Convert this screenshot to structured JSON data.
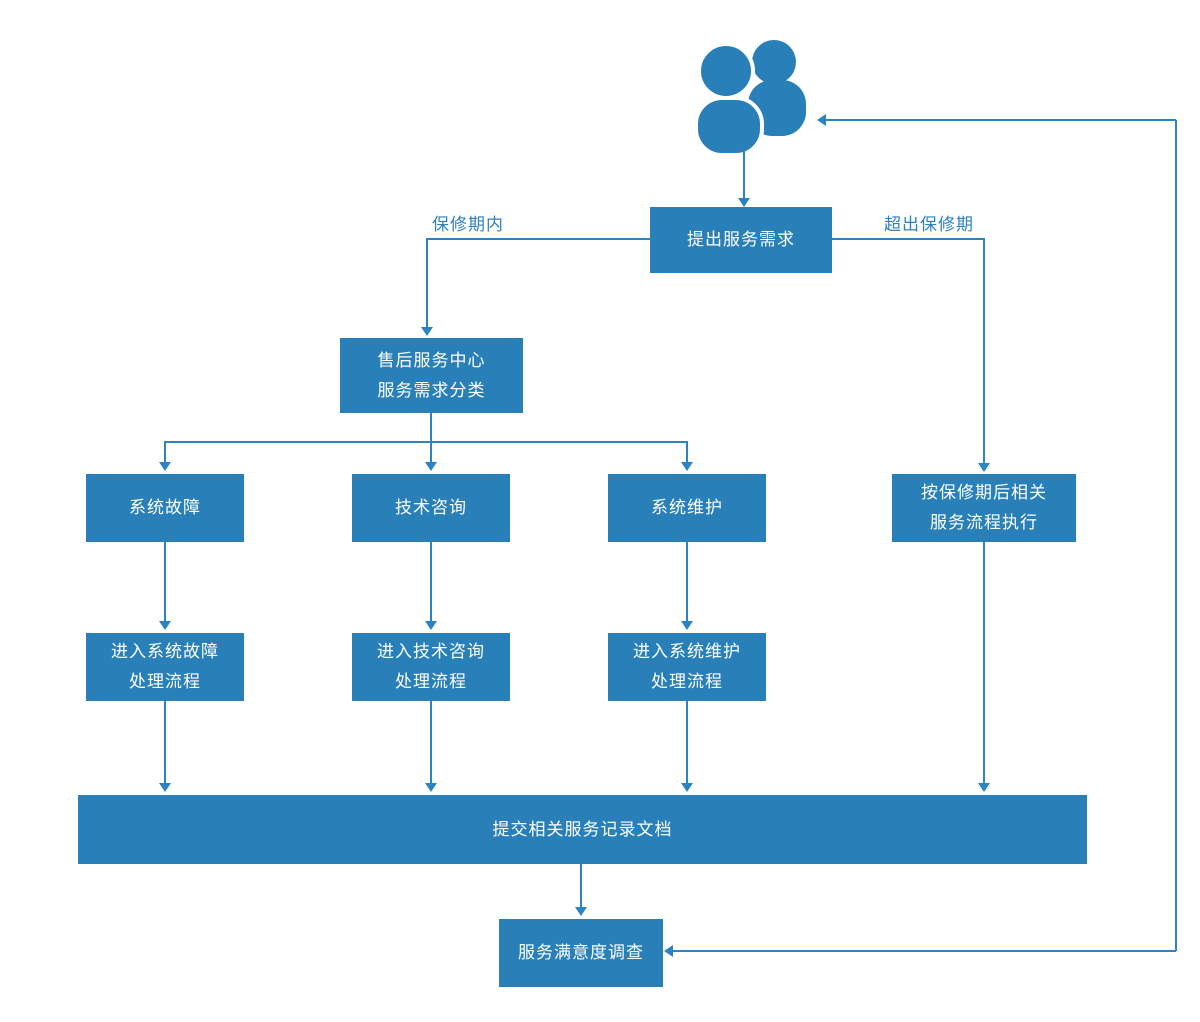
{
  "colors": {
    "node_fill": "#2980B9",
    "node_text": "#FFFFFF",
    "connector": "#2B83C2",
    "edge_label_text": "#2E80BE",
    "background": "#FFFFFF"
  },
  "icons": {
    "actor": "users-icon"
  },
  "nodes": {
    "request": {
      "label": "提出服务需求"
    },
    "service_center": {
      "label": "售后服务中心\n服务需求分类"
    },
    "system_fault": {
      "label": "系统故障"
    },
    "tech_consult": {
      "label": "技术咨询"
    },
    "system_maintenance": {
      "label": "系统维护"
    },
    "fault_process": {
      "label": "进入系统故障\n处理流程"
    },
    "consult_process": {
      "label": "进入技术咨询\n处理流程"
    },
    "maintenance_process": {
      "label": "进入系统维护\n处理流程"
    },
    "post_warranty_process": {
      "label": "按保修期后相关\n服务流程执行"
    },
    "submit_records": {
      "label": "提交相关服务记录文档"
    },
    "satisfaction_survey": {
      "label": "服务满意度调查"
    }
  },
  "edge_labels": {
    "in_warranty": "保修期内",
    "out_of_warranty": "超出保修期"
  }
}
